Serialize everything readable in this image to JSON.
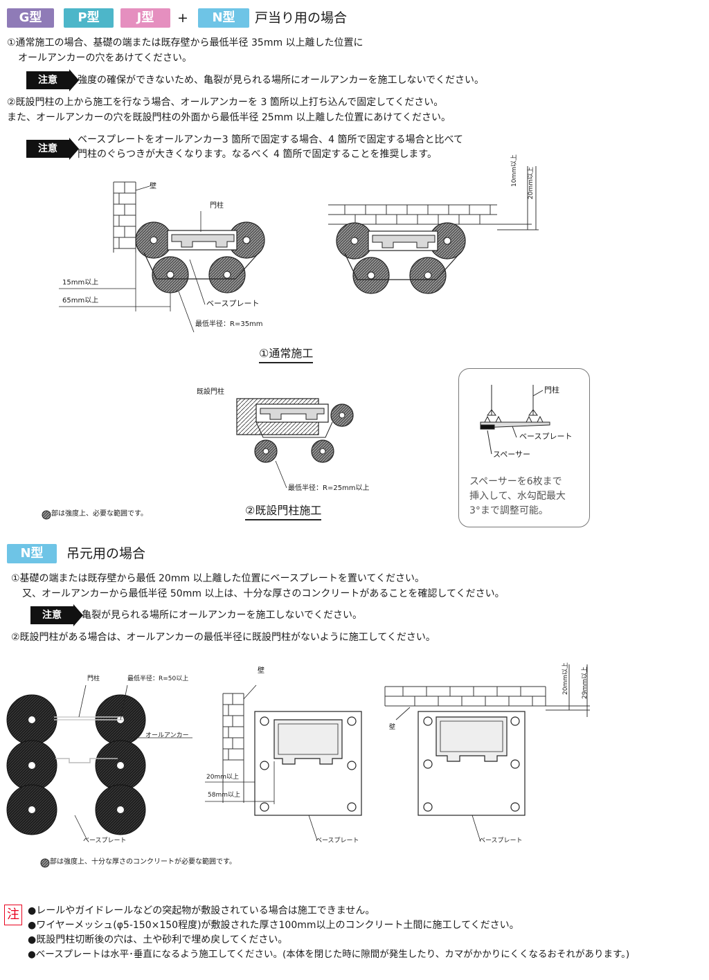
{
  "header1": {
    "tags": [
      {
        "label": "G型",
        "color": "#8f7bb7"
      },
      {
        "label": "P型",
        "color": "#4db6c9"
      },
      {
        "label": "J型",
        "color": "#e58fbf"
      },
      {
        "label": "N型",
        "color": "#6ec4e6"
      }
    ],
    "plus": "+",
    "title": "戸当り用の場合"
  },
  "section1": {
    "p1_line1": "①通常施工の場合、基礎の端または既存壁から最低半径 35mm 以上離した位置に",
    "p1_line2": "オールアンカーの穴をあけてください。",
    "caution1": "強度の確保ができないため、亀裂が見られる場所にオールアンカーを施工しないでください。",
    "p2_line1": "②既設門柱の上から施工を行なう場合、オールアンカーを 3 箇所以上打ち込んで固定してください。",
    "p2_line2": "また、オールアンカーの穴を既設門柱の外面から最低半径 25mm 以上離した位置にあけてください。",
    "caution2_line1": "ベースプレートをオールアンカー3 箇所で固定する場合、4 箇所で固定する場合と比べて",
    "caution2_line2": "門柱のぐらつきが大きくなります。なるべく 4 箇所で固定することを推奨します。",
    "caution_label": "注意"
  },
  "diagram1": {
    "wall": "壁",
    "post": "門柱",
    "dim15": "15mm以上",
    "dim65": "65mm以上",
    "baseplate": "ベースプレート",
    "minradius": "最低半径：R=35mm",
    "dim10": "10mm以上",
    "dim20": "20mm以上",
    "caption": "①通常施工"
  },
  "diagram2": {
    "existing_post": "既設門柱",
    "minradius": "最低半径：R=25mm以上",
    "caption": "②既設門柱施工",
    "legend": "部は強度上、必要な範囲です。"
  },
  "spacer_box": {
    "post": "門柱",
    "baseplate": "ベースプレート",
    "spacer": "スペーサー",
    "note_line1": "スペーサーを6枚まで",
    "note_line2": "挿入して、水勾配最大",
    "note_line3": "3°まで調整可能。"
  },
  "header2": {
    "tag": {
      "label": "N型",
      "color": "#6ec4e6"
    },
    "title": "吊元用の場合"
  },
  "section2": {
    "p1_line1": "①基礎の端または既存壁から最低 20mm 以上離した位置にベースプレートを置いてください。",
    "p1_line2": "又、オールアンカーから最低半径 50mm 以上は、十分な厚さのコンクリートがあることを確認してください。",
    "caution": "亀裂が見られる場所にオールアンカーを施工しないでください。",
    "p2": "②既設門柱がある場合は、オールアンカーの最低半径に既設門柱がないように施工してください。"
  },
  "diagram3": {
    "post": "門柱",
    "minradius": "最低半径：R=50以上",
    "anchor": "オールアンカー",
    "baseplate": "ベースプレート",
    "legend": "部は強度上、十分な厚さのコンクリートが必要な範囲です。",
    "wall": "壁",
    "dim20": "20mm以上",
    "dim58": "58mm以上",
    "baseplate2": "ベースプレート",
    "wall2": "壁",
    "dim20b": "20mm以上",
    "dim29": "29mm以上",
    "baseplate3": "ベースプレート"
  },
  "footer": {
    "mark": "注",
    "notes": [
      "●レールやガイドレールなどの突起物が敷設されている場合は施工できません。",
      "●ワイヤーメッシュ(φ5-150×150程度)が敷設された厚さ100mm以上のコンクリート土間に施工してください。",
      "●既設門柱切断後の穴は、土や砂利で埋め戻してください。",
      "●ベースプレートは水平･垂直になるよう施工してください。(本体を閉じた時に隙間が発生したり、カマがかかりにくくなるおそれがあります。)"
    ]
  }
}
